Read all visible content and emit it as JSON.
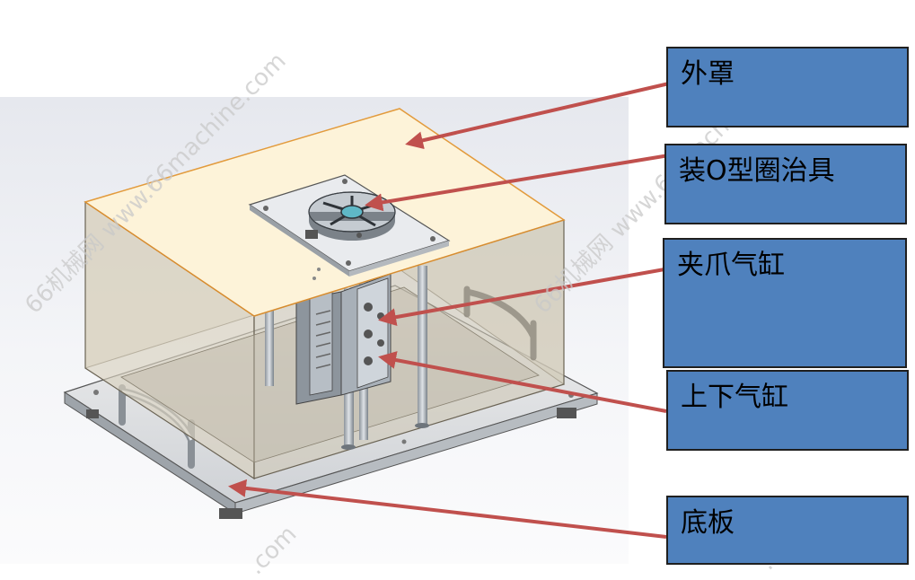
{
  "labels": {
    "cover": "外罩",
    "oring_fixture": "装O型圈治具",
    "clamp_cylinder": "夹爪气缸",
    "lift_cylinder": "上下气缸",
    "base_plate": "底板"
  },
  "watermarks": {
    "wm1": "66机械网 www.66machine.com",
    "wm2": "66机械网 www.66machine.com",
    "wm3": ".com",
    "wm4": ".com"
  },
  "colors": {
    "label_fill": "#4f81bd",
    "arrow": "#c0504d",
    "top_plate": "#fdf3d9",
    "enclosure_glass": "#d9d3c2"
  }
}
